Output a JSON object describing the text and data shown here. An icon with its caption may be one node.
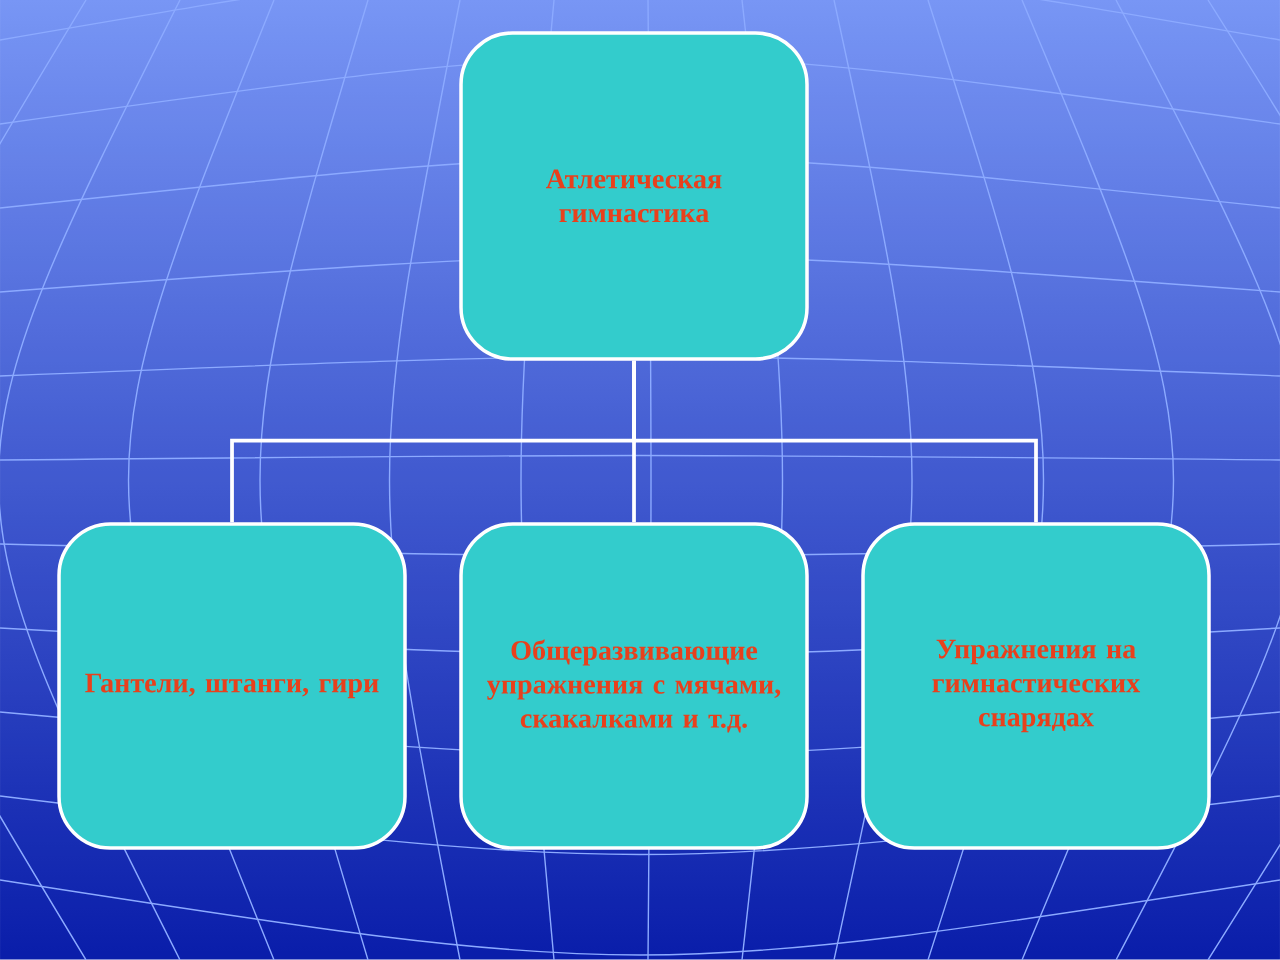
{
  "diagram": {
    "nodes": [
      {
        "text": [
          "Атлетическая гимнастика"
        ]
      },
      {
        "text": [
          "Гантели, штанги, гири"
        ]
      },
      {
        "text": [
          "Общеразвивающие упражнения с мячами, скакалками и т.д."
        ]
      },
      {
        "text": [
          "Упражнения на гимнастических снарядах"
        ]
      }
    ],
    "edges": [
      {
        "from": 0,
        "to": 1,
        "arrow": "none"
      },
      {
        "from": 0,
        "to": 2,
        "arrow": "none"
      },
      {
        "from": 0,
        "to": 3,
        "arrow": "none"
      }
    ]
  }
}
